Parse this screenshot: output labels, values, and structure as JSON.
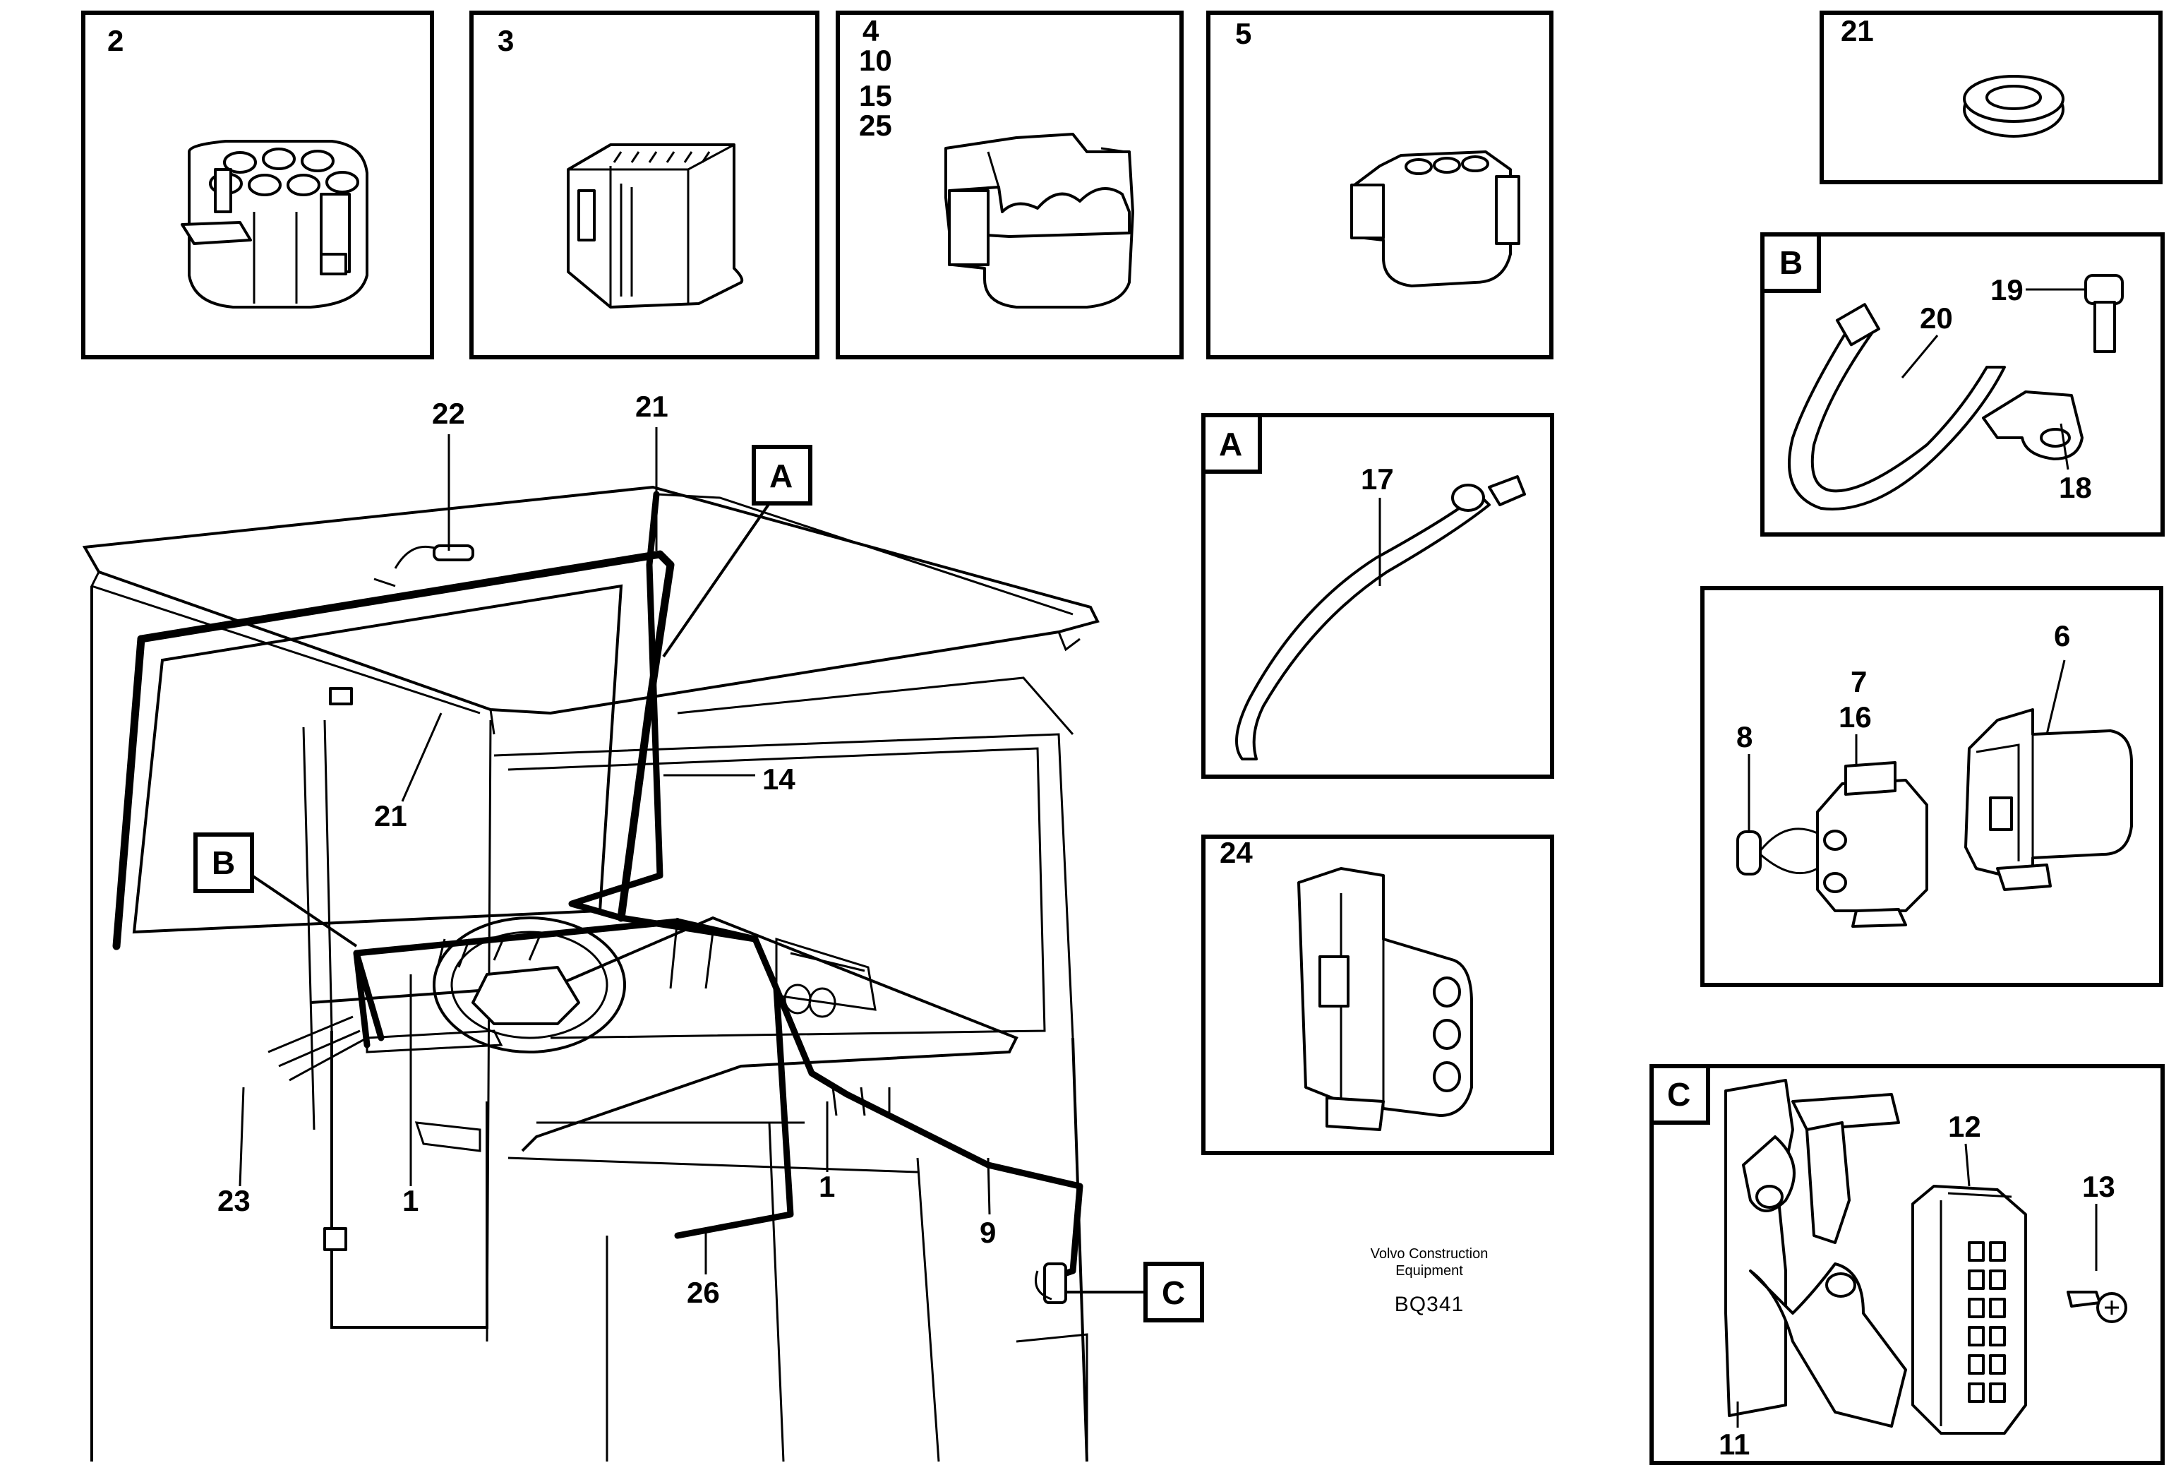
{
  "panels": {
    "p2": {
      "numbers": [
        "2"
      ]
    },
    "p3": {
      "numbers": [
        "3"
      ]
    },
    "p4": {
      "numbers": [
        "4",
        "10",
        "15",
        "25"
      ]
    },
    "p5": {
      "numbers": [
        "5"
      ]
    },
    "p21": {
      "numbers": [
        "21"
      ]
    },
    "pB": {
      "tag": "B",
      "callouts": [
        "19",
        "20",
        "18"
      ]
    },
    "p6": {
      "callouts": [
        "6",
        "7",
        "16",
        "8"
      ]
    },
    "pC": {
      "tag": "C",
      "callouts": [
        "12",
        "13",
        "11"
      ]
    },
    "pA": {
      "tag": "A",
      "callouts": [
        "17"
      ]
    },
    "p24": {
      "numbers": [
        "24"
      ]
    }
  },
  "cab": {
    "callouts": [
      "22",
      "21",
      "21",
      "14",
      "23",
      "1",
      "1",
      "9",
      "26"
    ],
    "tags": [
      "A",
      "B",
      "C"
    ]
  },
  "credit": {
    "line1": "Volvo Construction",
    "line2": "Equipment",
    "code": "BQ341"
  }
}
